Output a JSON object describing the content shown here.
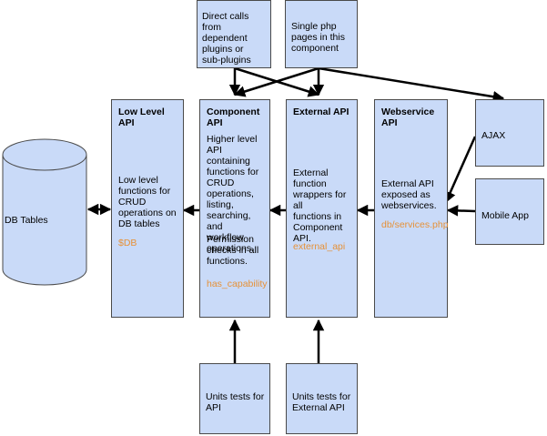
{
  "db": {
    "label": "DB Tables"
  },
  "low_level": {
    "title": "Low Level\nAPI",
    "desc": "Low level\nfunctions for\nCRUD\noperations on\nDB tables",
    "code": "$DB"
  },
  "component": {
    "title": "Component\nAPI",
    "desc": "Higher level\nAPI containing\nfunctions for\nCRUD\noperations,\nlisting,\nsearching, and\nworkflow\noperations.",
    "desc2": "Permission\nchecks in all\nfunctions.",
    "code": "has_capability"
  },
  "external": {
    "title": "External API",
    "desc": "External\nfunction\nwrappers for all\nfunctions in\nComponent\nAPI.",
    "code": "external_api"
  },
  "webservice": {
    "title": "Webservice\nAPI",
    "desc": "External API\nexposed as\nwebservices.",
    "code": "db/services.php"
  },
  "direct_calls": {
    "label": "Direct calls from\ndependent\nplugins or\nsub-plugins"
  },
  "single_php": {
    "label": "Single php\npages in this\ncomponent"
  },
  "ajax": {
    "label": "AJAX"
  },
  "mobile": {
    "label": "Mobile App"
  },
  "unit_api": {
    "label": "Units tests for\nAPI"
  },
  "unit_external": {
    "label": "Units tests for\nExternal API"
  }
}
